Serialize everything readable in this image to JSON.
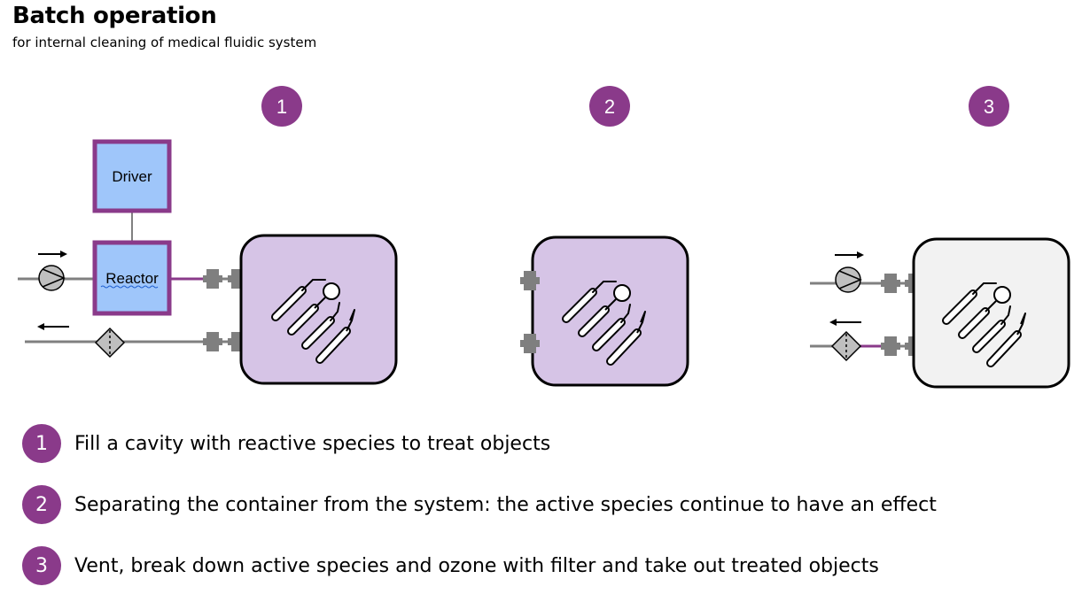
{
  "header": {
    "title": "Batch operation",
    "subtitle": "for internal cleaning of medical fluidic system"
  },
  "phases": [
    {
      "number": "1"
    },
    {
      "number": "2"
    },
    {
      "number": "3"
    }
  ],
  "components": {
    "driver_label": "Driver",
    "reactor_label": "Reactor"
  },
  "steps": [
    {
      "number": "1",
      "text": "Fill a cavity with reactive species to treat objects"
    },
    {
      "number": "2",
      "text": "Separating the container from the system: the active species continue to have an effect"
    },
    {
      "number": "3",
      "text": "Vent, break down active species and ozone with filter and take out treated objects"
    }
  ],
  "colors": {
    "accent_purple": "#8a3a8a",
    "cavity_active": "#d6c4e6",
    "cavity_vented": "#f2f2f2",
    "box_fill": "#9fc6fa",
    "pipe_gray": "#808080",
    "connector_gray": "#7f7f7f"
  }
}
